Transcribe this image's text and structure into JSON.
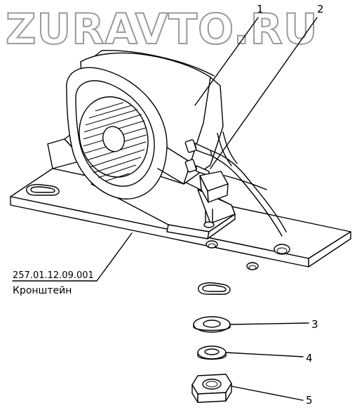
{
  "watermark": "ZURAVTO.RU",
  "callouts": [
    {
      "id": "1",
      "label": "1"
    },
    {
      "id": "2",
      "label": "2"
    },
    {
      "id": "3",
      "label": "3"
    },
    {
      "id": "4",
      "label": "4"
    },
    {
      "id": "5",
      "label": "5"
    }
  ],
  "bracket": {
    "part_number": "257.01.12.09.001",
    "name": "Кронштейн"
  }
}
